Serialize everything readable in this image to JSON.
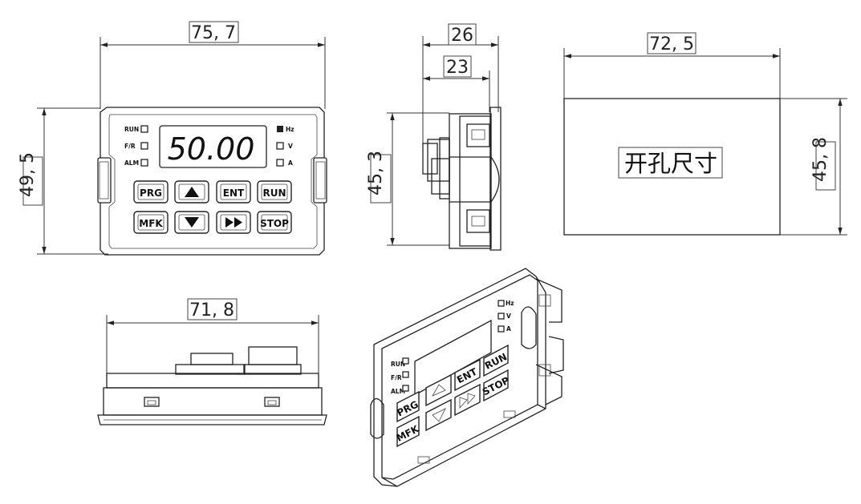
{
  "dimensions": {
    "front_width": "75, 7",
    "front_height": "49, 5",
    "side_depth": "26",
    "side_depth_inner": "23",
    "side_height": "45, 3",
    "cutout_width": "72, 5",
    "cutout_height": "45, 8",
    "bottom_width": "71, 8"
  },
  "cutout_label": "开孔尺寸",
  "panel": {
    "display": "50.00",
    "leds_left": [
      "RUN",
      "F/R",
      "ALM"
    ],
    "leds_right": [
      "Hz",
      "V",
      "A"
    ],
    "keys_top": [
      "PRG",
      "up-arrow-icon",
      "ENT",
      "RUN"
    ],
    "keys_bottom": [
      "MFK",
      "down-arrow-icon",
      "fast-forward-icon",
      "STOP"
    ],
    "key_labels": {
      "prg": "PRG",
      "ent": "ENT",
      "run": "RUN",
      "mfk": "MFK",
      "stop": "STOP"
    }
  },
  "iso_panel": {
    "leds_left": [
      "RUN",
      "F/R",
      "ALM"
    ],
    "leds_right": [
      "Hz",
      "V",
      "A"
    ],
    "key_labels": {
      "prg": "PRG",
      "ent": "ENT",
      "run": "RUN",
      "mfk": "MFK",
      "stop": "STOP"
    }
  }
}
